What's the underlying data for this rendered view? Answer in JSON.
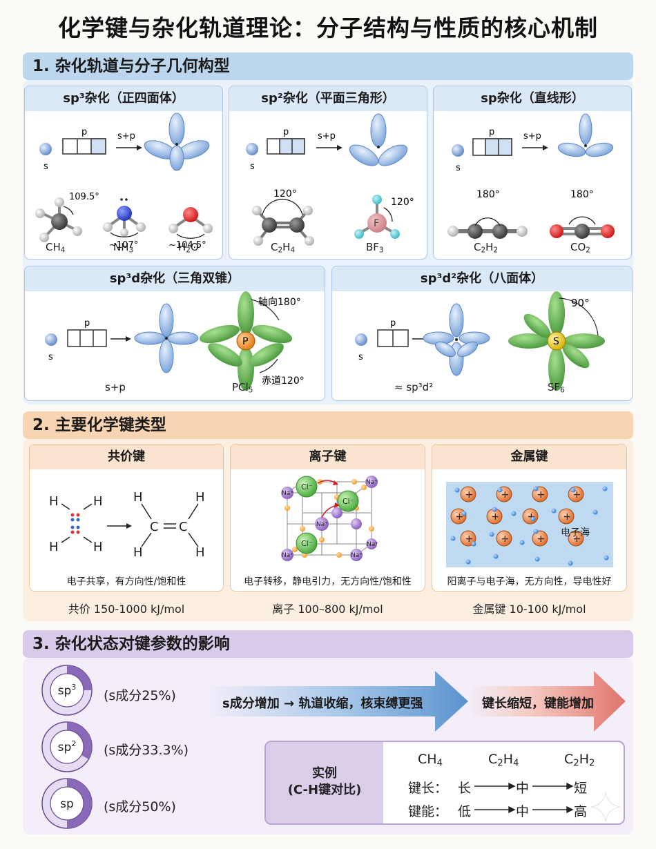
{
  "title": "化学键与杂化轨道理论：分子结构与性质的核心机制",
  "section1": {
    "heading": "1. 杂化轨道与分子几何构型",
    "cards": {
      "sp3": {
        "title": "sp³杂化（正四面体）",
        "p_label": "p",
        "s_label": "s",
        "angle": "109.5°",
        "nh3_angle": "~107°",
        "h2o_angle": "~104.5°",
        "molecules": [
          "CH4",
          "NH3",
          "H2O"
        ]
      },
      "sp2": {
        "title": "sp²杂化（平面三角形）",
        "p_label": "p",
        "s_label": "s",
        "arrow_label": "s+p",
        "angle": "120°",
        "bf3_angle": "120°",
        "center_atom": "F",
        "molecules": [
          "C2H4",
          "BF3"
        ]
      },
      "sp": {
        "title": "sp杂化（直线形）",
        "p_label": "p",
        "s_label": "s",
        "arrow_label": "s+p",
        "angle": "180°",
        "co2_angle": "180°",
        "molecules": [
          "C2H2",
          "CO2"
        ]
      },
      "sp3d": {
        "title": "sp³d杂化（三角双锥）",
        "p_label": "p",
        "s_label": "s",
        "bottom_left": "s+p",
        "axial": "轴向180°",
        "equatorial": "赤道120°",
        "center_atom": "P",
        "molecule": "PCl5"
      },
      "sp3d2": {
        "title": "sp³d²杂化（八面体）",
        "p_label": "p",
        "s_label": "s",
        "bottom_left": "≈ sp³d²",
        "angle": "90°",
        "center_atom": "S",
        "molecule": "SF6"
      }
    },
    "sp3_arrow_label": "s+p"
  },
  "section2": {
    "heading": "2. 主要化学键类型",
    "covalent": {
      "title": "共价键",
      "desc": "电子共享，有方向性/饱和性",
      "energy": "共价 150-1000 kJ/mol",
      "atoms": [
        "H",
        "H",
        "H",
        "H",
        "H",
        "C",
        "C",
        "H",
        "H",
        "H"
      ]
    },
    "ionic": {
      "title": "离子键",
      "desc": "电子转移，静电引力，无方向性/饱和性",
      "energy": "离子 100–800 kJ/mol",
      "cl": "Cl⁻",
      "na": "Na⁺"
    },
    "metallic": {
      "title": "金属键",
      "desc": "阳离子与电子海，无方向性，导电性好",
      "energy": "金属键 10-100 kJ/mol",
      "sea_label": "电子海",
      "cation": "+"
    }
  },
  "section3": {
    "heading": "3. 杂化状态对键参数的影响",
    "donuts": [
      {
        "label": "sp3",
        "text": "(s成分25%)",
        "fraction": 0.25
      },
      {
        "label": "sp2",
        "text": "(s成分33.3%)",
        "fraction": 0.333
      },
      {
        "label": "sp",
        "text": "(s成分50%)",
        "fraction": 0.5
      }
    ],
    "arrow1": "s成分增加 → 轨道收缩，核束缚更强",
    "arrow2": "键长缩短，键能增加",
    "example": {
      "label_line1": "实例",
      "label_line2": "(C-H键对比)",
      "molecules": [
        "CH4",
        "C2H4",
        "C2H2"
      ],
      "length_label": "键长：",
      "length": [
        "长",
        "中",
        "短"
      ],
      "energy_label": "键能：",
      "energy": [
        "低",
        "中",
        "高"
      ]
    }
  },
  "colors": {
    "blue_head": "#bcd6ee",
    "blue_panel": "#e9f1fa",
    "orange_head": "#f8d4b3",
    "orange_panel": "#fcefe2",
    "purple_head": "#d8cbea",
    "purple_panel": "#f3eef9",
    "orbital": "#7ea9dd",
    "green": "#5fae4f"
  }
}
